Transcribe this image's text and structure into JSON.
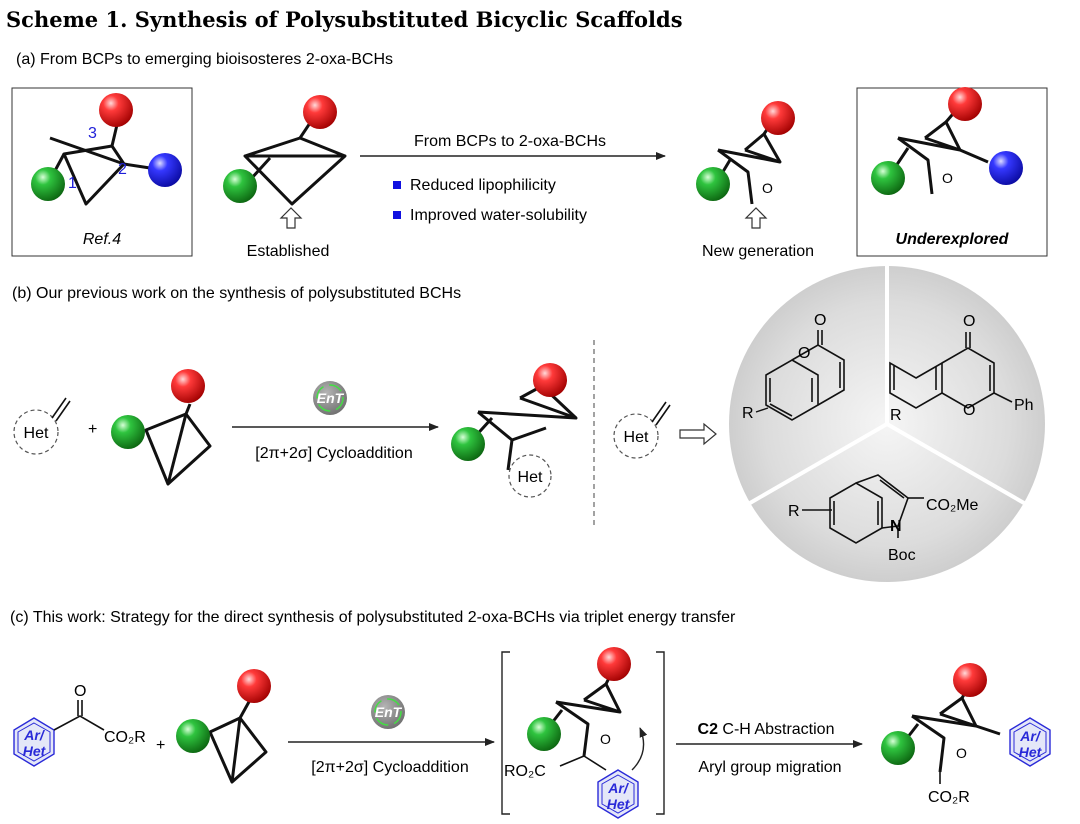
{
  "title": "Scheme 1. Synthesis of Polysubstituted Bicyclic Scaffolds",
  "panel_a": {
    "heading": "(a) From BCPs to emerging bioisosteres 2-oxa-BCHs",
    "ref_label": "Ref.4",
    "pos_3": "3",
    "pos_2": "2",
    "pos_1": "1",
    "established": "Established",
    "arrow_label": "From BCPs to 2-oxa-BCHs",
    "bullet1": "Reduced lipophilicity",
    "bullet2": "Improved water-solubility",
    "oxygen": "O",
    "new_generation": "New generation",
    "underexplored": "Underexplored"
  },
  "panel_b": {
    "heading": "(b) Our previous work on the synthesis of polysubstituted BCHs",
    "het": "Het",
    "plus": "+",
    "catalyst": "EnT",
    "arrow_label": "[2π+2σ] Cycloaddition",
    "coumarin_o_ring": "O",
    "coumarin_o_carbonyl": "O",
    "coumarin_r": "R",
    "flavone_o_carbonyl": "O",
    "flavone_o_ring": "O",
    "flavone_r": "R",
    "flavone_ph": "Ph",
    "indole_r": "R",
    "indole_n": "N",
    "indole_ester": "CO₂Me",
    "indole_boc": "Boc"
  },
  "panel_c": {
    "heading_prefix": "(c) This work:",
    "heading_rest": "Strategy for the direct synthesis of polysubstituted 2-oxa-BCHs via triplet energy transfer",
    "ketone_o": "O",
    "ester": "CO₂R",
    "ar_line1": "Ar/",
    "ar_line2": "Het",
    "plus": "+",
    "catalyst": "EnT",
    "arrow_label": "[2π+2σ] Cycloaddition",
    "ring_o": "O",
    "ro2c": "RO₂C",
    "c2_bold": "C2",
    "c2_rest": "C-H Abstraction",
    "migration": "Aryl group migration",
    "product_ester": "CO₂R"
  },
  "colors": {
    "red_sphere": "#e8141c",
    "green_sphere": "#1f9a2c",
    "blue_sphere": "#2326e8",
    "bullet": "#1010e0",
    "aryl_ring": "#2a2ad8",
    "aryl_fill": "#e4e7f8",
    "catalyst": "#8a8a8a",
    "catalyst_text": "#44dd44"
  }
}
